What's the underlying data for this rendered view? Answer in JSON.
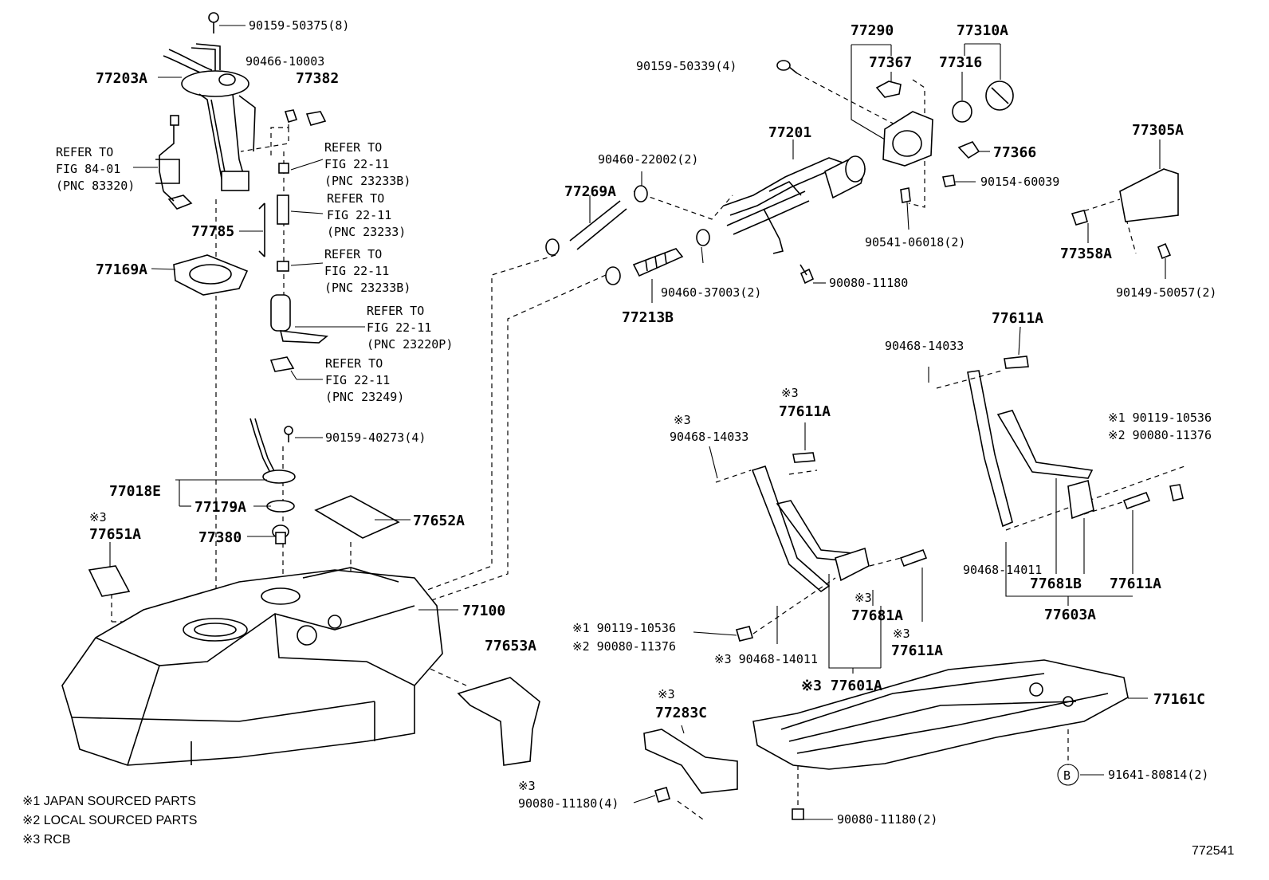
{
  "labels": {
    "p77203A": "77203A",
    "p90159_50375": "90159-50375(8)",
    "p90466_10003": "90466-10003",
    "p77382": "77382",
    "refer1": "REFER TO",
    "fig1": "FIG 84-01",
    "pnc1": "(PNC 83320)",
    "refer2": "REFER TO",
    "fig2": "FIG 22-11",
    "pnc2": "(PNC 23233B)",
    "refer3": "REFER TO",
    "fig3": "FIG 22-11",
    "pnc3": "(PNC 23233)",
    "p77785": "77785",
    "refer4": "REFER TO",
    "fig4": "FIG 22-11",
    "pnc4": "(PNC 23233B)",
    "p77169A": "77169A",
    "refer5": "REFER TO",
    "fig5": "FIG 22-11",
    "pnc5": "(PNC 23220P)",
    "refer6": "REFER TO",
    "fig6": "FIG 22-11",
    "pnc6": "(PNC 23249)",
    "p90159_40273": "90159-40273(4)",
    "p77018E": "77018E",
    "p77179A": "77179A",
    "p77380": "77380",
    "p77652A": "77652A",
    "m77651A": "※3",
    "p77651A": "77651A",
    "p77100": "77100",
    "p77653A": "77653A",
    "p77290": "77290",
    "p77367": "77367",
    "p77310A": "77310A",
    "p77316": "77316",
    "p90159_50339": "90159-50339(4)",
    "p77201": "77201",
    "p77366": "77366",
    "p90460_22002": "90460-22002(2)",
    "p77269A": "77269A",
    "p90154_60039": "90154-60039",
    "p90541_06018": "90541-06018(2)",
    "p77305A": "77305A",
    "p77358A": "77358A",
    "p90149_50057": "90149-50057(2)",
    "p90080_11180_a": "90080-11180",
    "p90460_37003": "90460-37003(2)",
    "p77213B": "77213B",
    "p77611A_top": "77611A",
    "p90468_14033_r": "90468-14033",
    "m77611A_mid": "※3",
    "p77611A_mid": "77611A",
    "m90468_14033_l": "※3",
    "p90468_14033_l": "90468-14033",
    "note_r1": "※1 90119-10536",
    "note_r2": "※2 90080-11376",
    "p90468_14011_r": "90468-14011",
    "p77681B": "77681B",
    "p77611A_r": "77611A",
    "p77603A": "77603A",
    "m77681A": "※3",
    "p77681A": "77681A",
    "note_l1": "※1 90119-10536",
    "note_l2": "※2 90080-11376",
    "m77611A_b": "※3",
    "p77611A_b": "77611A",
    "p90468_14011_l": "※3 90468-14011",
    "p77601A": "※3 77601A",
    "p77161C": "77161C",
    "m77283C": "※3",
    "p77283C": "77283C",
    "b_circle": "B",
    "p91641_80814": "91641-80814(2)",
    "m90080_11180_4": "※3",
    "p90080_11180_4": "90080-11180(4)",
    "p90080_11180_2": "90080-11180(2)",
    "legend1": "※1 JAPAN SOURCED PARTS",
    "legend2": "※2 LOCAL SOURCED PARTS",
    "legend3": "※3 RCB",
    "diagram_no": "772541"
  }
}
